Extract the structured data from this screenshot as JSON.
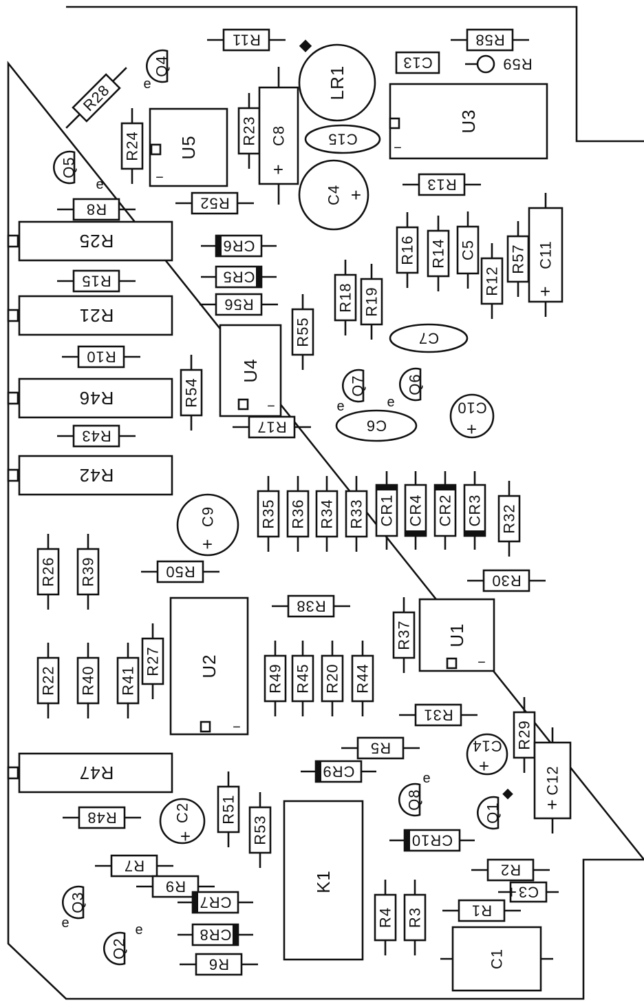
{
  "board": {
    "resistors": [
      {
        "label": "R11",
        "rot": 180
      },
      {
        "label": "R58",
        "rot": 180
      },
      {
        "label": "R28",
        "rot": -45
      },
      {
        "label": "R23",
        "rot": -90
      },
      {
        "label": "R24",
        "rot": -90
      },
      {
        "label": "R13",
        "rot": 180
      },
      {
        "label": "R52",
        "rot": 180
      },
      {
        "label": "R8",
        "rot": 180
      },
      {
        "label": "R25",
        "rot": 180
      },
      {
        "label": "R16",
        "rot": -90
      },
      {
        "label": "R14",
        "rot": -90
      },
      {
        "label": "R12",
        "rot": -90
      },
      {
        "label": "R57",
        "rot": -90
      },
      {
        "label": "R15",
        "rot": 180
      },
      {
        "label": "R18",
        "rot": -90
      },
      {
        "label": "R19",
        "rot": -90
      },
      {
        "label": "R56",
        "rot": 180
      },
      {
        "label": "R21",
        "rot": 180
      },
      {
        "label": "R55",
        "rot": -90
      },
      {
        "label": "R10",
        "rot": 180
      },
      {
        "label": "R54",
        "rot": -90
      },
      {
        "label": "R46",
        "rot": 180
      },
      {
        "label": "R17",
        "rot": 180
      },
      {
        "label": "R43",
        "rot": 180
      },
      {
        "label": "R42",
        "rot": 180
      },
      {
        "label": "R35",
        "rot": -90
      },
      {
        "label": "R36",
        "rot": -90
      },
      {
        "label": "R34",
        "rot": -90
      },
      {
        "label": "R33",
        "rot": -90
      },
      {
        "label": "R32",
        "rot": -90
      },
      {
        "label": "R26",
        "rot": -90
      },
      {
        "label": "R39",
        "rot": -90
      },
      {
        "label": "R50",
        "rot": 180
      },
      {
        "label": "R30",
        "rot": 180
      },
      {
        "label": "R38",
        "rot": 180
      },
      {
        "label": "R37",
        "rot": -90
      },
      {
        "label": "R22",
        "rot": -90
      },
      {
        "label": "R40",
        "rot": -90
      },
      {
        "label": "R41",
        "rot": -90
      },
      {
        "label": "R27",
        "rot": -90
      },
      {
        "label": "R49",
        "rot": -90
      },
      {
        "label": "R45",
        "rot": -90
      },
      {
        "label": "R20",
        "rot": -90
      },
      {
        "label": "R44",
        "rot": -90
      },
      {
        "label": "R31",
        "rot": 180
      },
      {
        "label": "R29",
        "rot": -90
      },
      {
        "label": "R5",
        "rot": 180
      },
      {
        "label": "R47",
        "rot": 180
      },
      {
        "label": "R51",
        "rot": -90
      },
      {
        "label": "R48",
        "rot": 180
      },
      {
        "label": "R53",
        "rot": -90
      },
      {
        "label": "R7",
        "rot": 180
      },
      {
        "label": "R9",
        "rot": 180
      },
      {
        "label": "R2",
        "rot": 180
      },
      {
        "label": "R4",
        "rot": -90
      },
      {
        "label": "R3",
        "rot": -90
      },
      {
        "label": "R1",
        "rot": 180
      },
      {
        "label": "R6",
        "rot": 180
      }
    ],
    "capacitors_axial": [
      {
        "label": "C13",
        "rot": 180
      },
      {
        "label": "C8",
        "rot": -90
      },
      {
        "label": "C5",
        "rot": -90
      },
      {
        "label": "C11",
        "rot": -90
      },
      {
        "label": "C12",
        "rot": -90
      },
      {
        "label": "C3",
        "rot": 180
      },
      {
        "label": "C1",
        "rot": -90
      }
    ],
    "capacitors_oval": [
      {
        "label": "C15",
        "rot": 180
      },
      {
        "label": "C7",
        "rot": 180
      },
      {
        "label": "C6",
        "rot": 180
      }
    ],
    "capacitors_round": [
      {
        "label": "C4",
        "rot": -90
      },
      {
        "label": "C10",
        "rot": 180
      },
      {
        "label": "C9",
        "rot": -90
      },
      {
        "label": "C14",
        "rot": 180
      },
      {
        "label": "C2",
        "rot": -90
      }
    ],
    "diodes": [
      {
        "label": "CR6",
        "rot": 180
      },
      {
        "label": "CR5",
        "rot": 180
      },
      {
        "label": "CR1",
        "rot": -90
      },
      {
        "label": "CR4",
        "rot": -90
      },
      {
        "label": "CR2",
        "rot": -90
      },
      {
        "label": "CR3",
        "rot": -90
      },
      {
        "label": "CR9",
        "rot": 180
      },
      {
        "label": "CR10",
        "rot": 180
      },
      {
        "label": "CR7",
        "rot": 180
      },
      {
        "label": "CR8",
        "rot": 180
      }
    ],
    "transistors": [
      {
        "label": "Q4",
        "rot": -90
      },
      {
        "label": "Q5",
        "rot": -90
      },
      {
        "label": "Q7",
        "rot": -90
      },
      {
        "label": "Q6",
        "rot": -90
      },
      {
        "label": "Q8",
        "rot": -90
      },
      {
        "label": "Q1",
        "rot": -90
      },
      {
        "label": "Q3",
        "rot": -90
      },
      {
        "label": "Q2",
        "rot": -90
      }
    ],
    "ics": [
      {
        "label": "U5",
        "rot": -90
      },
      {
        "label": "U3",
        "rot": -90
      },
      {
        "label": "U4",
        "rot": -90
      },
      {
        "label": "U1",
        "rot": -90
      },
      {
        "label": "U2",
        "rot": -90
      }
    ],
    "relay": {
      "label": "K1",
      "rot": -90
    },
    "inductor": {
      "label": "LR1",
      "rot": -90
    },
    "test_point": {
      "label": "R59",
      "rot": 180
    },
    "plus_mark": "+",
    "minus_mark": "−",
    "emitter_mark": "e"
  }
}
